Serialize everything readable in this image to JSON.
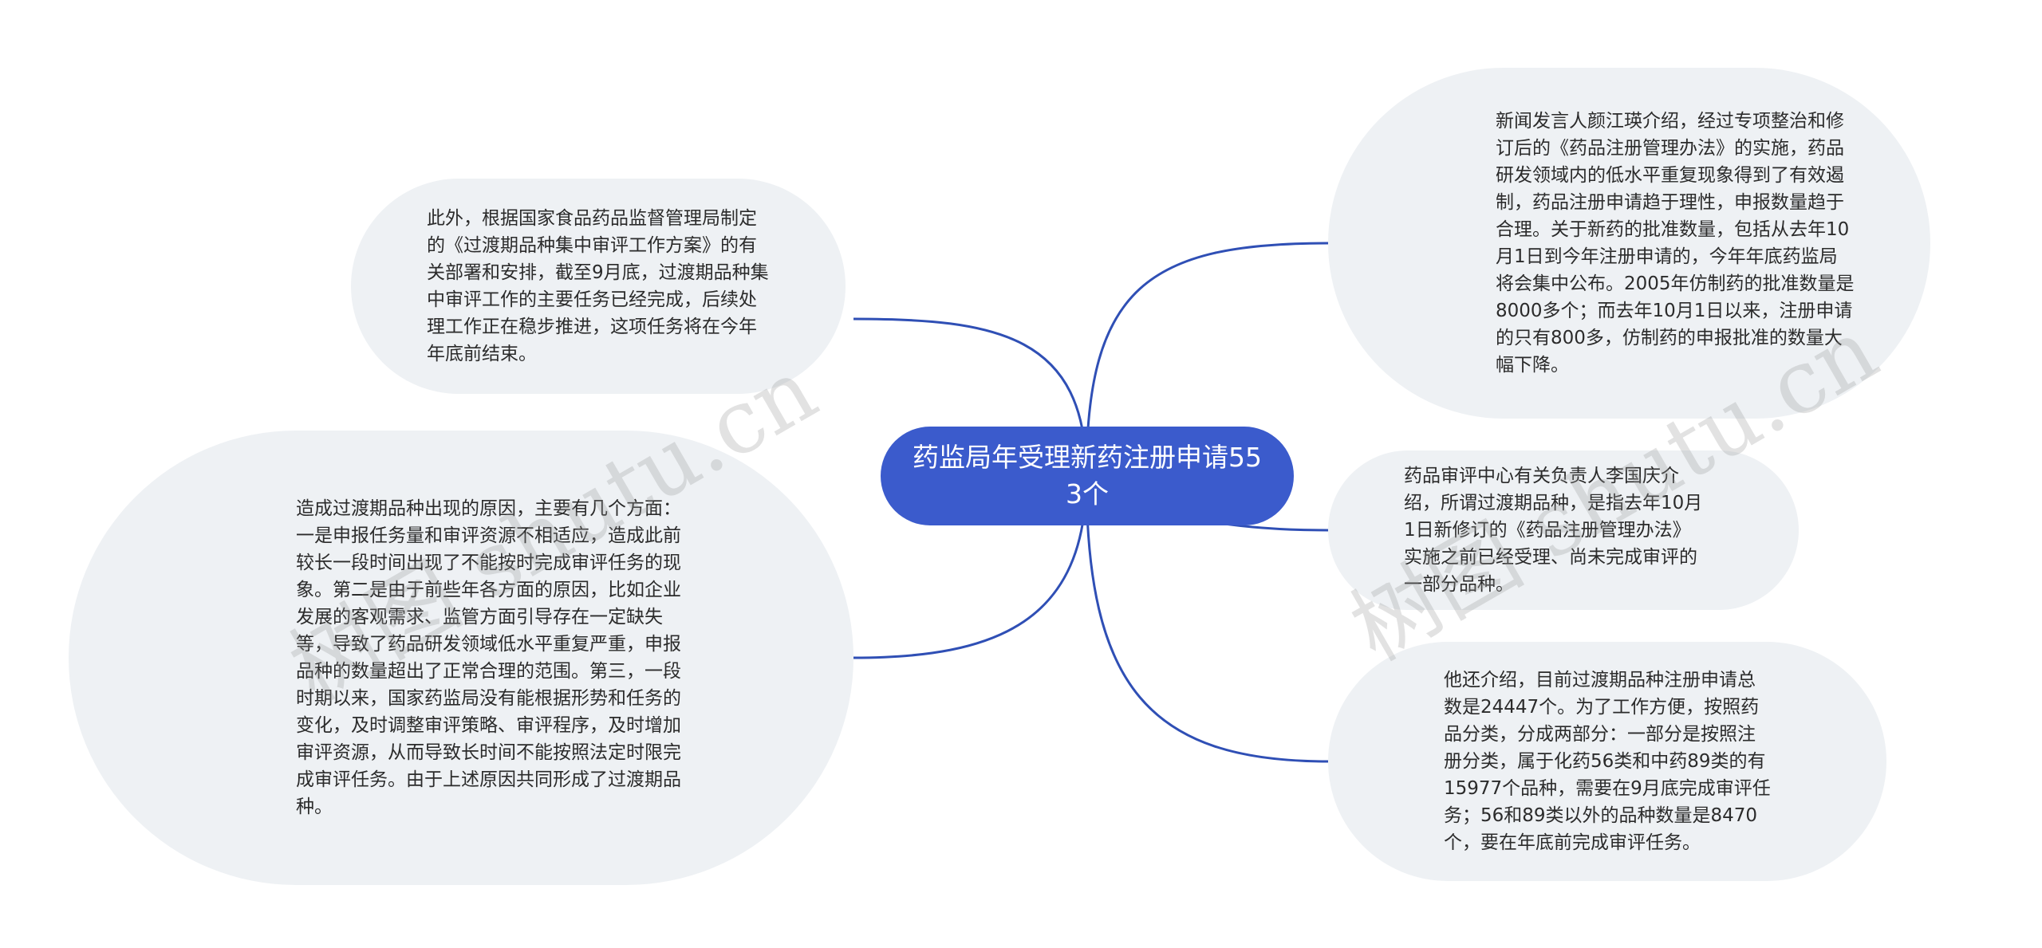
{
  "root": {
    "label": "药监局年受理新药注册申请553个"
  },
  "nodes": {
    "top_left": "此外，根据国家食品药品监督管理局制定的《过渡期品种集中审评工作方案》的有关部署和安排，截至9月底，过渡期品种集中审评工作的主要任务已经完成，后续处理工作正在稳步推进，这项任务将在今年年底前结束。",
    "bottom_left": "造成过渡期品种出现的原因，主要有几个方面：一是申报任务量和审评资源不相适应，造成此前较长一段时间出现了不能按时完成审评任务的现象。第二是由于前些年各方面的原因，比如企业发展的客观需求、监管方面引导存在一定缺失等，导致了药品研发领域低水平重复严重，申报品种的数量超出了正常合理的范围。第三，一段时期以来，国家药监局没有能根据形势和任务的变化，及时调整审评策略、审评程序，及时增加审评资源，从而导致长时间不能按照法定时限完成审评任务。由于上述原因共同形成了过渡期品种。",
    "top_right": "新闻发言人颜江瑛介绍，经过专项整治和修订后的《药品注册管理办法》的实施，药品研发领域内的低水平重复现象得到了有效遏制，药品注册申请趋于理性，申报数量趋于合理。关于新药的批准数量，包括从去年10月1日到今年注册申请的，今年年底药监局将会集中公布。2005年仿制药的批准数量是8000多个；而去年10月1日以来，注册申请的只有800多，仿制药的申报批准的数量大幅下降。",
    "middle_right": "药品审评中心有关负责人李国庆介绍，所谓过渡期品种，是指去年10月1日新修订的《药品注册管理办法》实施之前已经受理、尚未完成审评的一部分品种。",
    "bottom_right": "他还介绍，目前过渡期品种注册申请总数是24447个。为了工作方便，按照药品分类，分成两部分：一部分是按照注册分类，属于化药56类和中药89类的有15977个品种，需要在9月底完成审评任务；56和89类以外的品种数量是8470个，要在年底前完成审评任务。"
  },
  "watermarks": [
    "树图 shutu.cn",
    "树图 shutu.cn"
  ],
  "colors": {
    "root_fill": "#3b5bcc",
    "node_fill": "#eef1f4",
    "connector": "#2f4fb5",
    "text": "#2b2b2b"
  }
}
